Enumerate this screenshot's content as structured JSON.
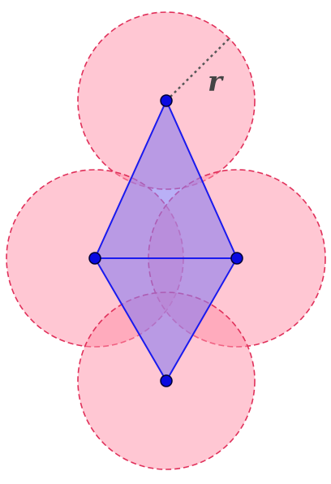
{
  "diagram": {
    "radius_label": "r",
    "colors": {
      "circle_fill": "#ff8fa8",
      "circle_stroke": "#e0305a",
      "rhombus_fill": "#8a7cf0",
      "rhombus_stroke": "#1a1aee",
      "vertex_fill": "#0a0ae0",
      "vertex_stroke": "#000033",
      "radius_line": "#555555",
      "label": "#444444"
    },
    "vertices": [
      "top",
      "left",
      "right",
      "bottom"
    ],
    "circles": [
      "top",
      "left",
      "right",
      "bottom"
    ]
  }
}
